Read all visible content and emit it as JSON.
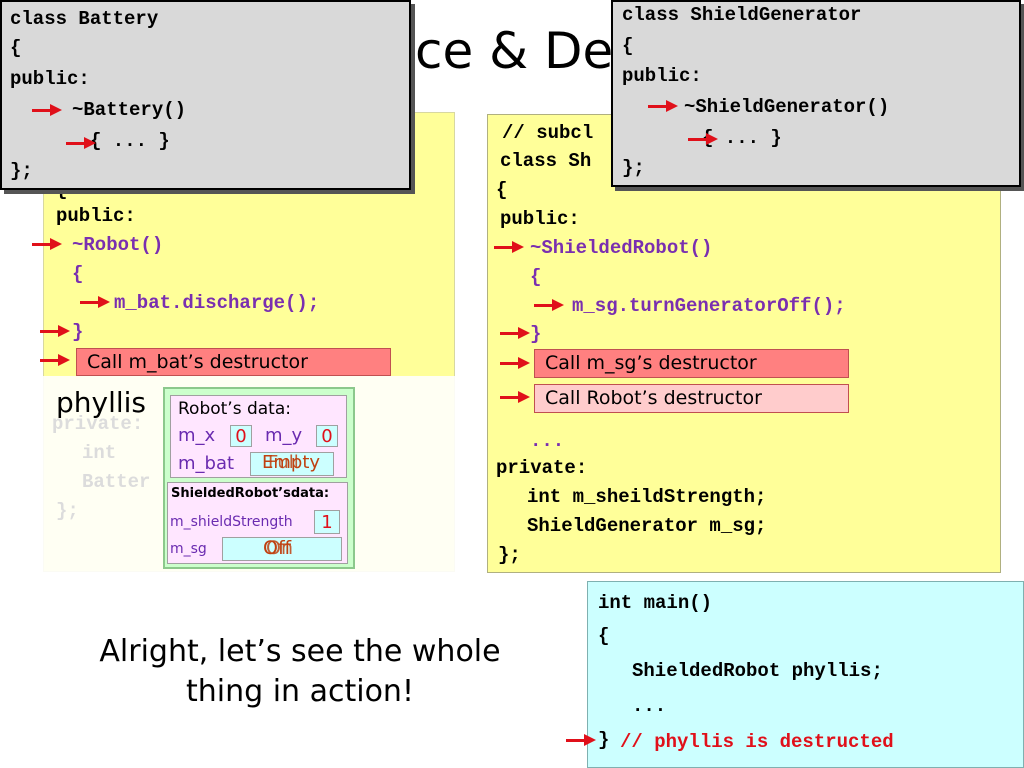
{
  "title_fragment": "ce & De",
  "robot_panel": {
    "lines": [
      "{",
      "public:",
      "~Robot()",
      "{",
      "m_bat.discharge();",
      "}"
    ],
    "call_label": "Call m_bat’s destructor",
    "faded_lines": [
      "private:",
      "int",
      "Batter",
      "};"
    ]
  },
  "shielded_panel": {
    "lines": [
      "// subcl",
      "class Sh",
      "{",
      "public:",
      "~ShieldedRobot()",
      "{",
      "m_sg.turnGeneratorOff();",
      "}"
    ],
    "call_labels": [
      "Call m_sg’s destructor",
      "Call Robot’s destructor"
    ],
    "rest_lines": [
      "...",
      "private:",
      "int m_sheildStrength;",
      "ShieldGenerator m_sg;",
      "};"
    ]
  },
  "battery_box": {
    "lines": [
      "class Battery",
      "{",
      "public:",
      "~Battery()",
      "{ ... }",
      "};"
    ]
  },
  "shieldgen_box": {
    "lines": [
      "class ShieldGenerator",
      "{",
      "public:",
      "~ShieldGenerator()",
      "{ ... }",
      "};"
    ]
  },
  "phyllis_panel": {
    "name": "phyllis",
    "robot_header": "Robot’s data:",
    "m_x_label": "m_x",
    "m_x_value": "0",
    "m_y_label": "m_y",
    "m_y_value": "0",
    "m_bat_label": "m_bat",
    "m_bat_value_a": "Empty",
    "m_bat_value_b": "Full",
    "shielded_header": "ShieldedRobot’sdata:",
    "m_shield_label": "m_shieldStrength",
    "m_shield_value": "1",
    "m_sg_label": "m_sg",
    "m_sg_value_a": "Off",
    "m_sg_value_b": "On"
  },
  "main_box": {
    "lines": [
      "int main()",
      "{",
      "ShieldedRobot phyllis;",
      "...",
      "}"
    ],
    "comment": "// phyllis is destructed"
  },
  "caption": {
    "line1": "Alright, let’s see the whole",
    "line2": "thing in action!"
  },
  "colors": {
    "yellow_panel": "#ffff99",
    "cyan_panel": "#ccffff",
    "gray_box": "#d9d9d9",
    "pink_label": "#ff8080",
    "light_pink_label": "#ffcccc",
    "green_panel": "#ccffcc",
    "arrow_red": "#e0101a",
    "purple_text": "#7a2fb0"
  }
}
